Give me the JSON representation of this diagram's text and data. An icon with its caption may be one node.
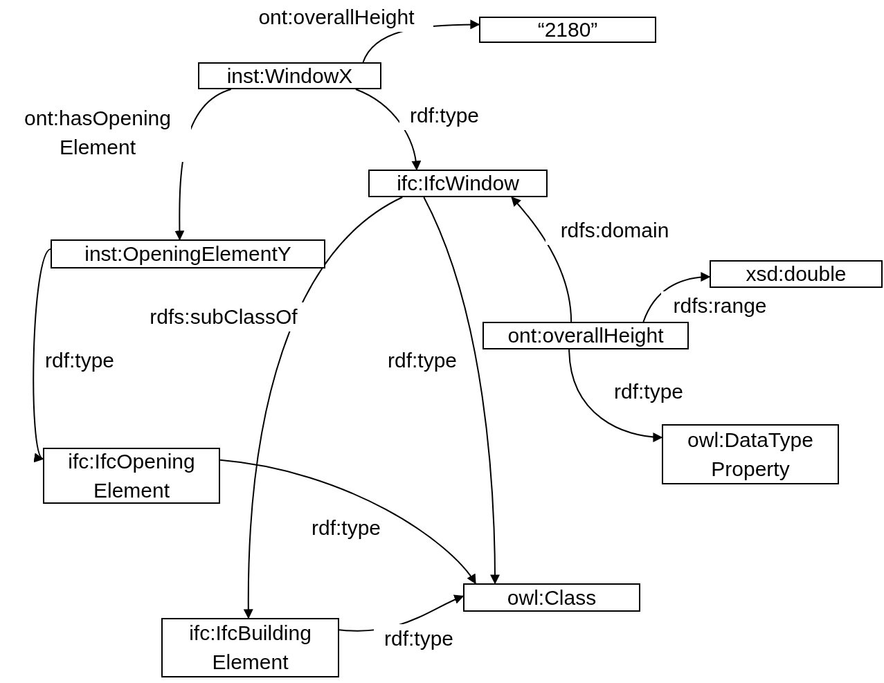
{
  "diagram": {
    "nodes": [
      {
        "text": [
          "“2180”"
        ]
      },
      {
        "text": [
          "inst:WindowX"
        ]
      },
      {
        "text": [
          "ifc:IfcWindow"
        ]
      },
      {
        "text": [
          "inst:OpeningElementY"
        ]
      },
      {
        "text": [
          "xsd:double"
        ]
      },
      {
        "text": [
          "ont:overallHeight"
        ]
      },
      {
        "text": [
          "ifc:IfcOpening Element"
        ]
      },
      {
        "text": [
          "owl:DataType Property"
        ]
      },
      {
        "text": [
          "owl:Class"
        ]
      },
      {
        "text": [
          "ifc:IfcBuilding Element"
        ]
      }
    ],
    "edges": [
      {
        "from": 1,
        "to": 0,
        "arrow": "to",
        "label": "ont:overallHeight"
      },
      {
        "from": 1,
        "to": 2,
        "arrow": "to",
        "label": "rdf:type"
      },
      {
        "from": 1,
        "to": 3,
        "arrow": "to",
        "label": "ont:hasOpening Element"
      },
      {
        "from": 5,
        "to": 2,
        "arrow": "to",
        "label": "rdfs:domain"
      },
      {
        "from": 5,
        "to": 4,
        "arrow": "to",
        "label": "rdfs:range"
      },
      {
        "from": 5,
        "to": 7,
        "arrow": "to",
        "label": "rdf:type"
      },
      {
        "from": 3,
        "to": 6,
        "arrow": "to",
        "label": "rdf:type"
      },
      {
        "from": 2,
        "to": 9,
        "arrow": "to",
        "label": "rdfs:subClassOf"
      },
      {
        "from": 2,
        "to": 8,
        "arrow": "to",
        "label": "rdf:type"
      },
      {
        "from": 6,
        "to": 8,
        "arrow": "to",
        "label": "rdf:type"
      },
      {
        "from": 9,
        "to": 8,
        "arrow": "to",
        "label": "rdf:type"
      }
    ]
  }
}
